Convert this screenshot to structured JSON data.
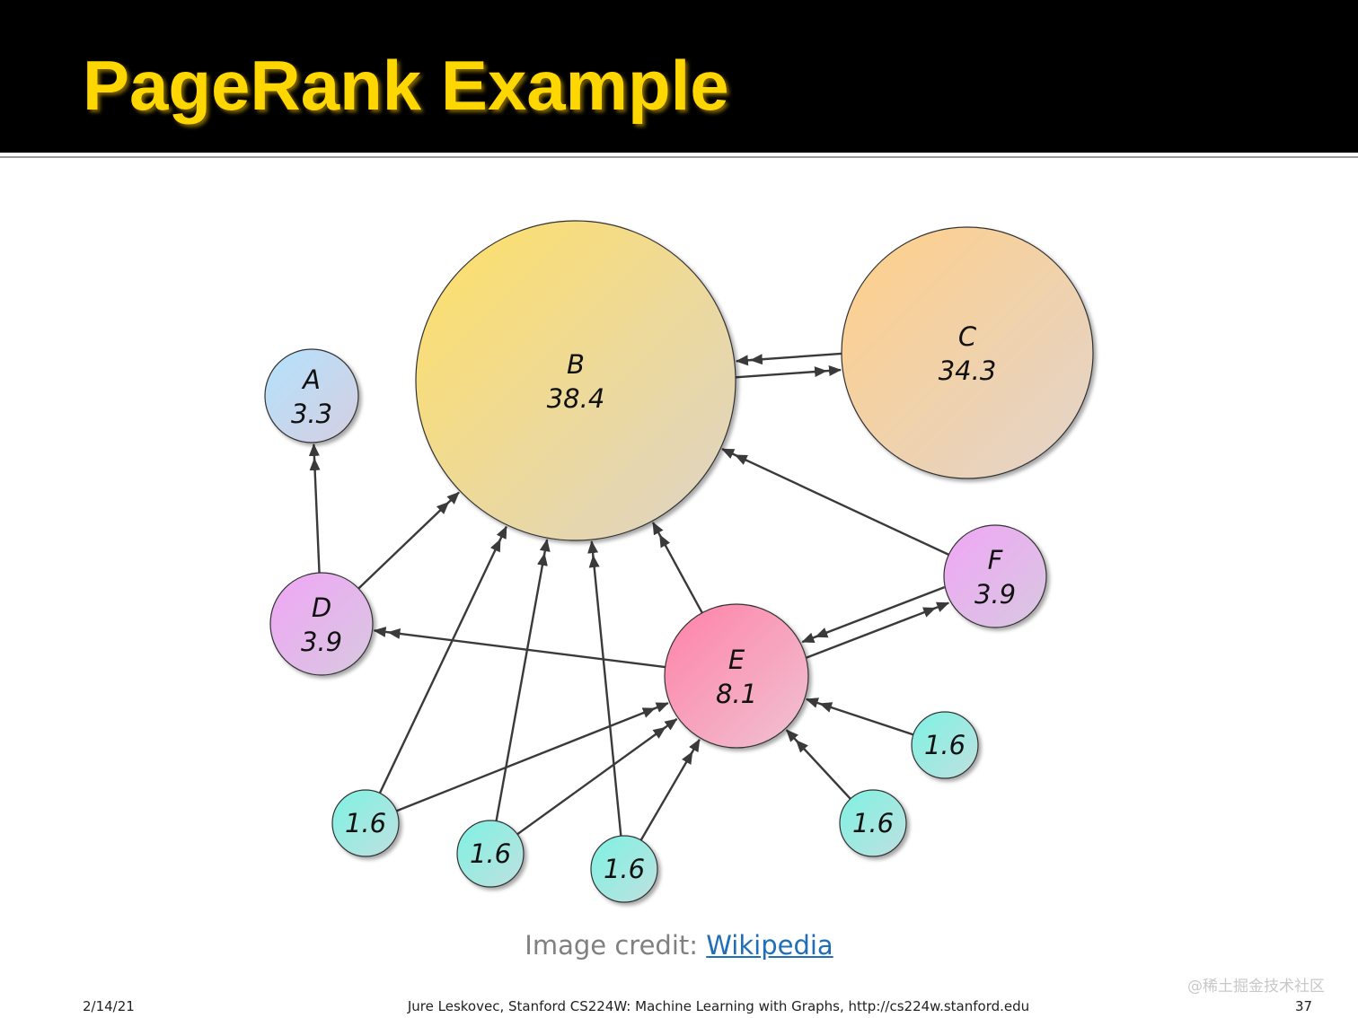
{
  "slide": {
    "title": "PageRank Example",
    "credit_prefix": "Image credit: ",
    "credit_link": "Wikipedia",
    "footer_date": "2/14/21",
    "footer_center": "Jure Leskovec, Stanford CS224W: Machine Learning with Graphs, http://cs224w.stanford.edu",
    "page_number": "37",
    "watermark": "@稀土掘金技术社区"
  },
  "colors": {
    "title": "#ffd700",
    "title_bar": "#000000",
    "link": "#1f6fb8",
    "edge": "#3a3a3a"
  },
  "nodes": [
    {
      "id": "A",
      "name": "A",
      "value": "3.3",
      "color_start": "#b3e2fb",
      "color_end": "#d6cee2"
    },
    {
      "id": "B",
      "name": "B",
      "value": "38.4",
      "color_start": "#ffe066",
      "color_end": "#ddd3c8"
    },
    {
      "id": "C",
      "name": "C",
      "value": "34.3",
      "color_start": "#ffcf88",
      "color_end": "#e2d4cc"
    },
    {
      "id": "D",
      "name": "D",
      "value": "3.9",
      "color_start": "#f0a6f6",
      "color_end": "#d8c8e0"
    },
    {
      "id": "E",
      "name": "E",
      "value": "8.1",
      "color_start": "#ff82a8",
      "color_end": "#f0c2d2"
    },
    {
      "id": "F",
      "name": "F",
      "value": "3.9",
      "color_start": "#f0a6f6",
      "color_end": "#d8c8e0"
    },
    {
      "id": "L1",
      "name": "",
      "value": "1.6",
      "color_start": "#7ef2e2",
      "color_end": "#bfe0e0"
    },
    {
      "id": "L2",
      "name": "",
      "value": "1.6",
      "color_start": "#7ef2e2",
      "color_end": "#bfe0e0"
    },
    {
      "id": "L3",
      "name": "",
      "value": "1.6",
      "color_start": "#7ef2e2",
      "color_end": "#bfe0e0"
    },
    {
      "id": "L4",
      "name": "",
      "value": "1.6",
      "color_start": "#7ef2e2",
      "color_end": "#bfe0e0"
    },
    {
      "id": "L5",
      "name": "",
      "value": "1.6",
      "color_start": "#7ef2e2",
      "color_end": "#bfe0e0"
    }
  ],
  "edges": [
    {
      "from": "B",
      "to": "C"
    },
    {
      "from": "C",
      "to": "B"
    },
    {
      "from": "D",
      "to": "A"
    },
    {
      "from": "D",
      "to": "B"
    },
    {
      "from": "E",
      "to": "B"
    },
    {
      "from": "E",
      "to": "D"
    },
    {
      "from": "E",
      "to": "F"
    },
    {
      "from": "F",
      "to": "B"
    },
    {
      "from": "F",
      "to": "E"
    },
    {
      "from": "L1",
      "to": "B"
    },
    {
      "from": "L1",
      "to": "E"
    },
    {
      "from": "L2",
      "to": "B"
    },
    {
      "from": "L2",
      "to": "E"
    },
    {
      "from": "L3",
      "to": "B"
    },
    {
      "from": "L3",
      "to": "E"
    },
    {
      "from": "L4",
      "to": "E"
    },
    {
      "from": "L5",
      "to": "E"
    }
  ]
}
